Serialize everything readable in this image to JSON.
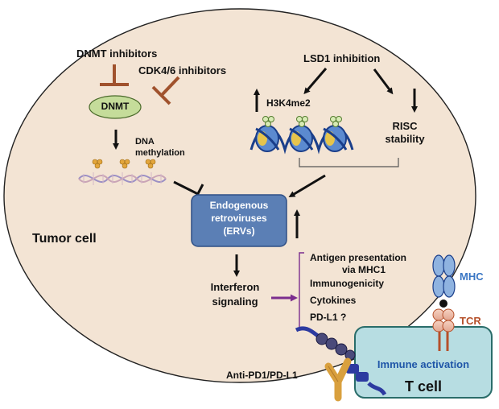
{
  "tumor": {
    "label": "Tumor cell"
  },
  "inhibitors": {
    "dnmt_inhibitors": "DNMT inhibitors",
    "cdk_inhibitors": "CDK4/6 inhibitors",
    "lsd1": "LSD1 inhibition"
  },
  "nodes": {
    "dnmt": "DNMT",
    "dna_methylation_1": "DNA",
    "dna_methylation_2": "methylation",
    "h3k4": "H3K4me2",
    "risc_1": "RISC",
    "risc_2": "stability",
    "erv_1": "Endogenous",
    "erv_2": "retroviruses",
    "erv_3": "(ERVs)",
    "interferon_1": "Interferon",
    "interferon_2": "signaling"
  },
  "outcomes": {
    "items": [
      "Antigen presentation",
      "via MHC1",
      "Immunogenicity",
      "Cytokines",
      "PD-L1 ?"
    ]
  },
  "tcell": {
    "mhc": "MHC",
    "tcr": "TCR",
    "immune": "Immune activation",
    "label": "T cell"
  },
  "antibody": {
    "label": "Anti-PD1/PD-L1"
  },
  "colors": {
    "cell_fill": "#f3e4d4",
    "inhibitor_brown": "#a0522d",
    "erv_box": "#5b7fb5",
    "dnmt_green": "#c5dc9a",
    "tcell_fill": "#b7dde2",
    "purple": "#7b2d8e",
    "mhc_blue": "#3a76c4",
    "tcr_red": "#b5502a"
  }
}
